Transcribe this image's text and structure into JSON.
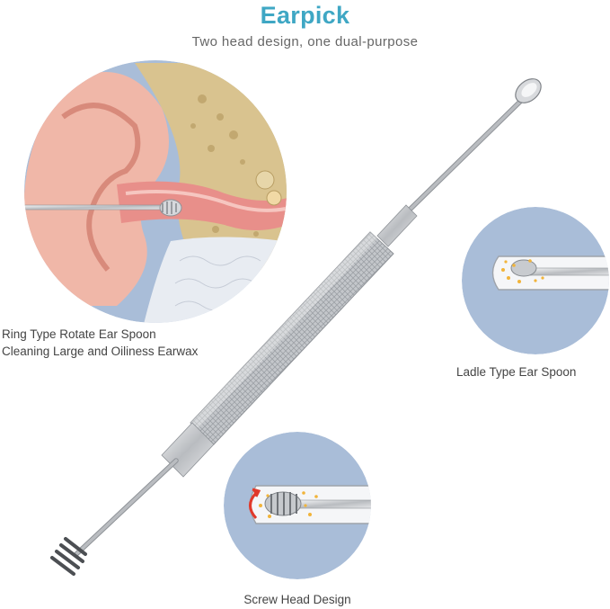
{
  "header": {
    "title": "Earpick",
    "subtitle": "Two head design, one dual-purpose"
  },
  "captions": {
    "ring_line1": "Ring Type Rotate Ear Spoon",
    "ring_line2": "Cleaning Large and Oiliness Earwax",
    "ladle": "Ladle Type Ear Spoon",
    "screw": "Screw Head Design"
  },
  "colors": {
    "title": "#3fa7c4",
    "circle_bg": "#a9bdd8",
    "steel": "#c9ccd0",
    "ear_skin": "#f0b7a8",
    "bone": "#d9c38f",
    "wax_dots": "#f1b43a",
    "rotate_arrow": "#e0392b"
  }
}
